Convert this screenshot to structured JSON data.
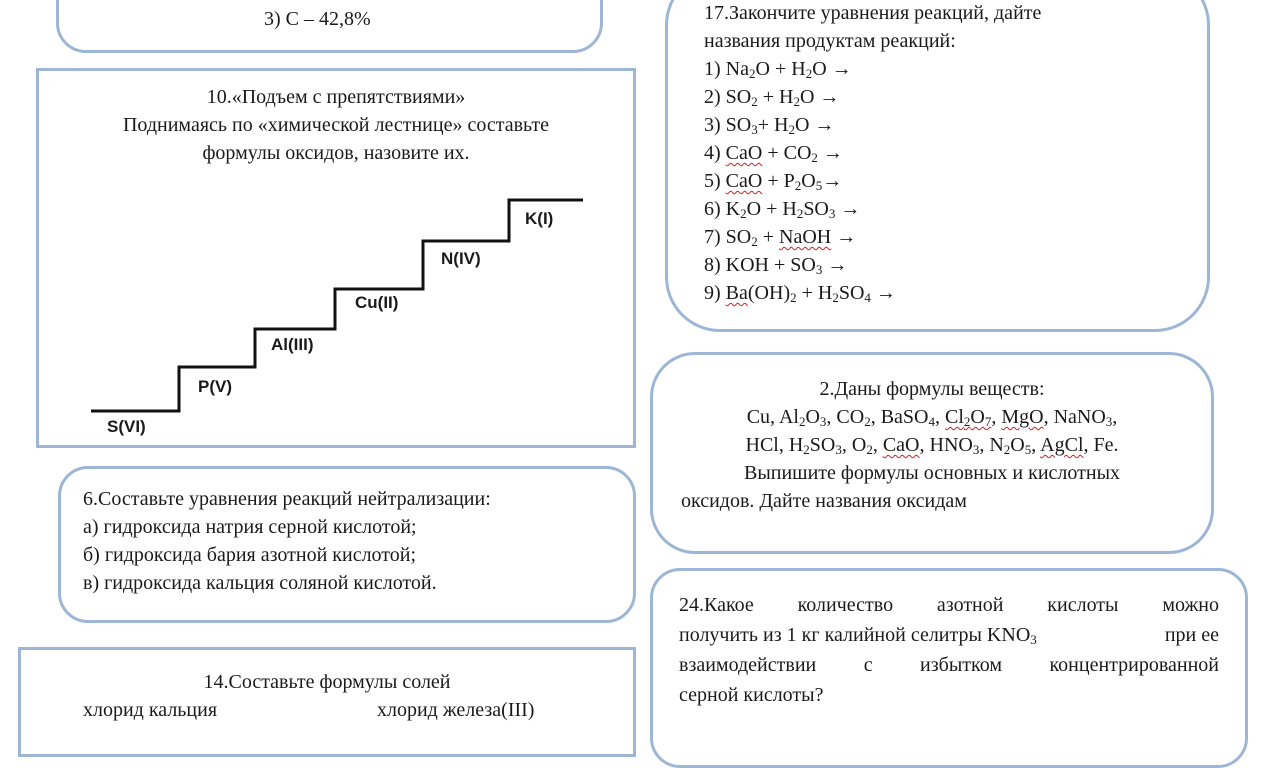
{
  "task_top": {
    "line3": "3) С – 42,8%"
  },
  "task10": {
    "title": "10.«Подъем с препятствиями»",
    "line2": "Поднимаясь по «химической лестнице» составьте",
    "line3": "формулы оксидов, назовите их.",
    "steps": [
      "S(VI)",
      "P(V)",
      "Al(III)",
      "Cu(II)",
      "N(IV)",
      "K(I)"
    ]
  },
  "task6": {
    "title": "6.Составьте уравнения реакций нейтрализации:",
    "items": [
      "а) гидроксида натрия серной кислотой;",
      "б) гидроксида бария азотной кислотой;",
      "в) гидроксида кальция соляной кислотой."
    ]
  },
  "task14": {
    "title": "14.Составьте формулы солей",
    "left": "хлорид кальция",
    "right": "хлорид железа(III)"
  },
  "task17": {
    "title1": "17.Закончите уравнения реакций, дайте",
    "title2": "названия продуктам реакций:",
    "eq": {
      "n1": "1) ",
      "n2": "2) ",
      "n3": "3) ",
      "n4": "4) ",
      "n5": "5)  ",
      "n6": "6) ",
      "n7": "7) ",
      "n8": "8) ",
      "n9": "9) ",
      "na": "Na",
      "o": "O",
      "plus_h": " + H",
      "o_arrow": "O →",
      "plus_o_arrow": "+ H",
      "so": "SO",
      "cao": "CaO",
      "plus_co": " + CO",
      "arrow": " →",
      "plus_p": " + P",
      "arrow2": "→",
      "k": "K",
      "so3": "SO",
      "koh": "KOH + SO",
      "naoh": "NaOH",
      "plus": " + ",
      "ba": "Ba",
      "oh": "(OH)",
      "h2so4": "SO",
      "h": "H",
      "s2": "2",
      "s3": "3",
      "s4": "4",
      "s5": "5"
    }
  },
  "task2": {
    "title": "2.Даны формулы веществ:",
    "line4": "Выпишите формулы основных и кислотных",
    "line5": "оксидов. Дайте названия оксидам",
    "f": {
      "cu": "Cu, ",
      "al": "Al",
      "co2": "CO",
      "baso": "BaSO",
      "cl": "Cl",
      "mgo": "MgO",
      "nano": "NaNO",
      "hcl": "HCl, ",
      "hso": "H",
      "so": "SO",
      "o2": "O",
      "cao": "CaO",
      "hno": "HNO",
      "n2o5": "N",
      "agcl": "AgCl",
      "fe": "Fe.",
      "comma": ", "
    }
  },
  "task24": {
    "lines": [
      "24.Какое количество азотной кислоты можно",
      "получить из 1 кг калийной селитры KNO",
      "при ее",
      "взаимодействии с избытком концентрированной",
      "серной кислоты?"
    ]
  }
}
